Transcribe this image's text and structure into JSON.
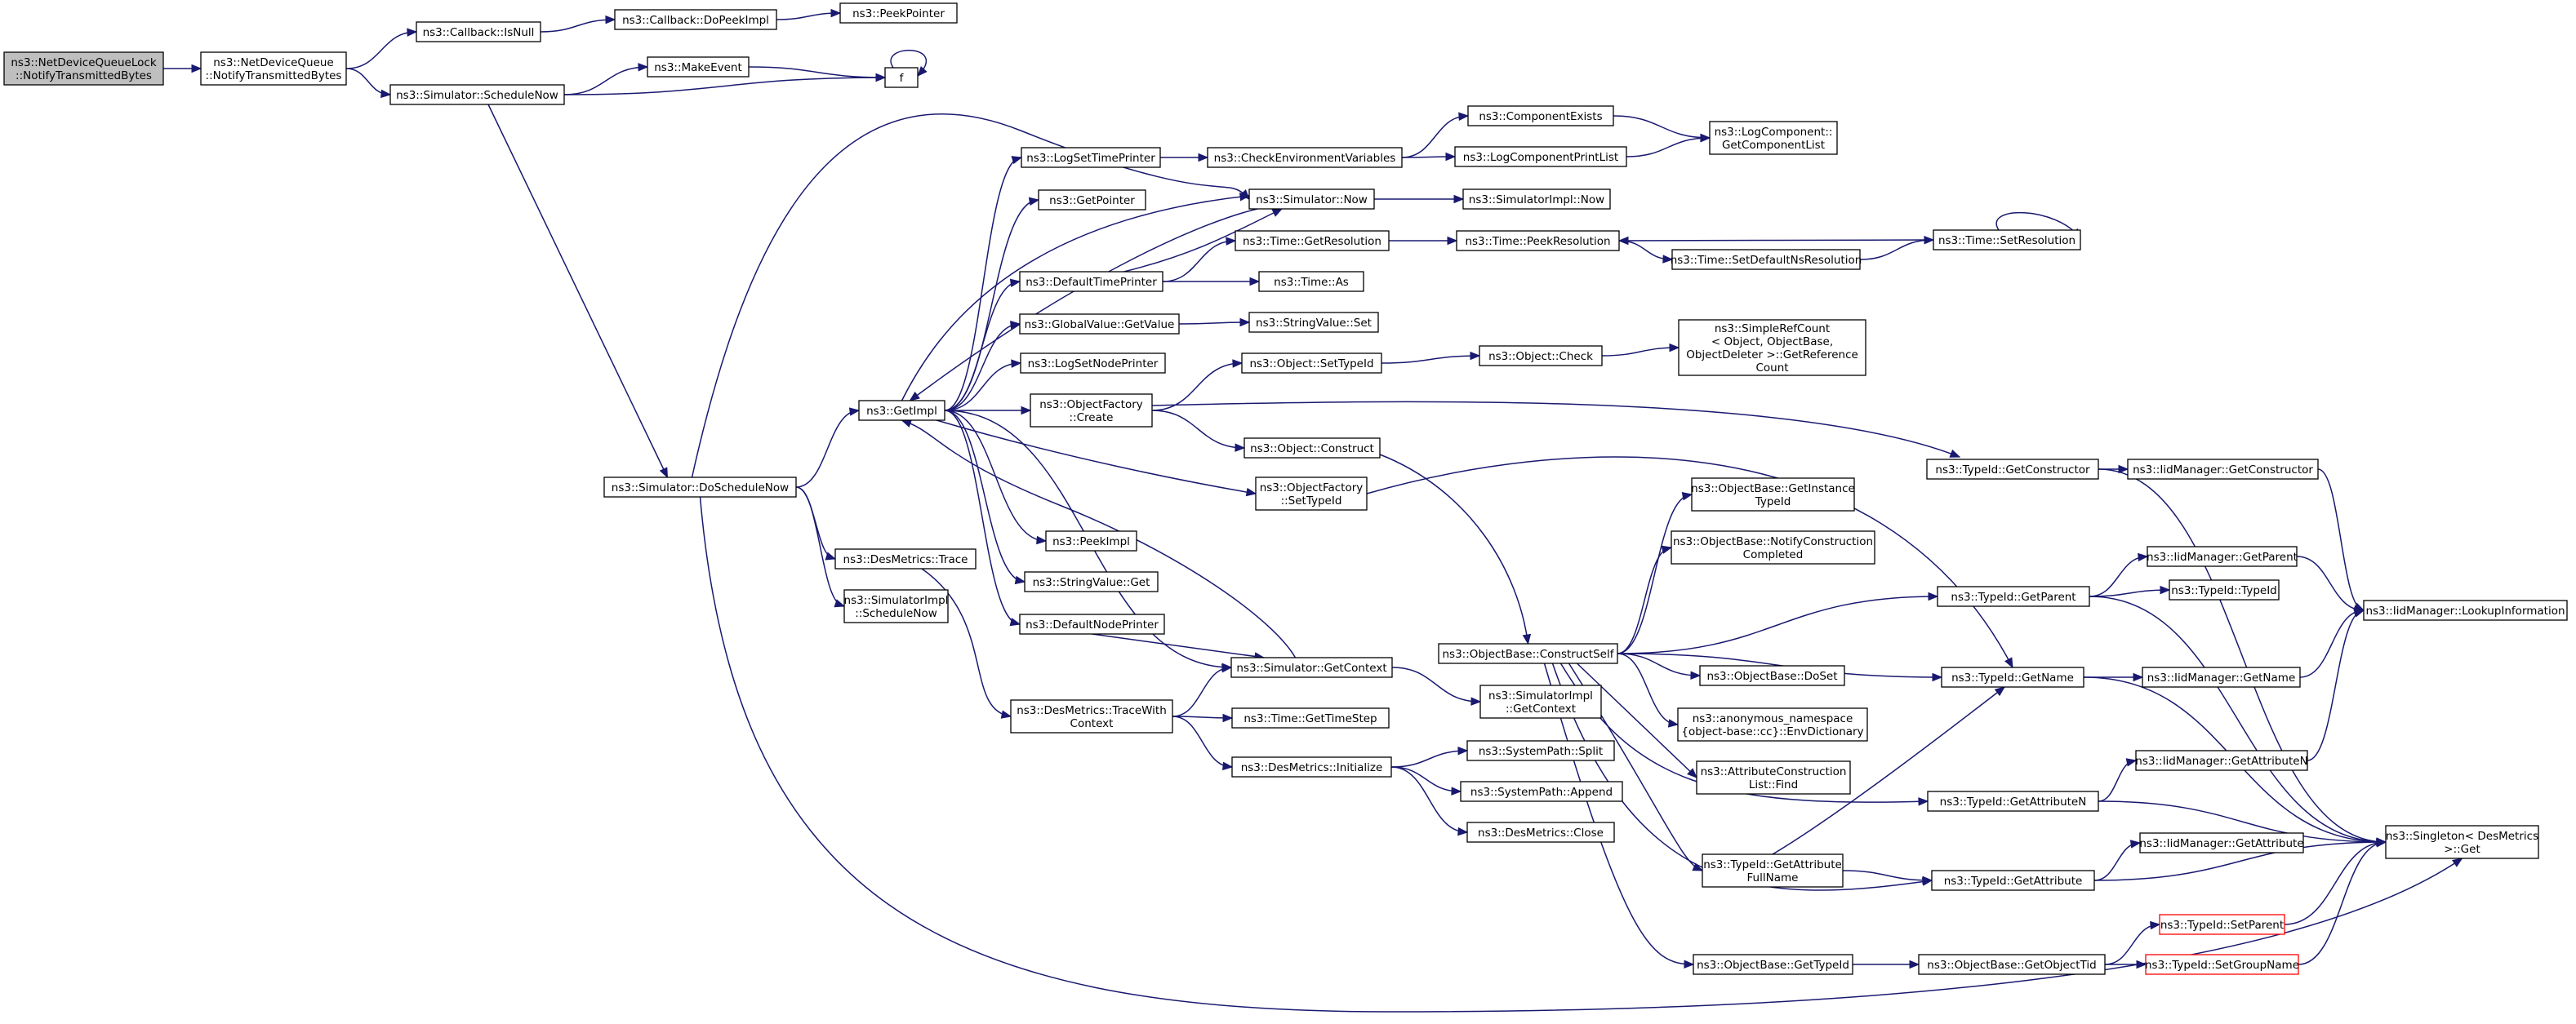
{
  "nodes": [
    {
      "id": "root",
      "lines": [
        "ns3::NetDeviceQueueLock",
        "::NotifyTransmittedBytes"
      ],
      "style": "root"
    },
    {
      "id": "ndq",
      "lines": [
        "ns3::NetDeviceQueue",
        "::NotifyTransmittedBytes"
      ]
    },
    {
      "id": "cbnull",
      "lines": [
        "ns3::Callback::IsNull"
      ]
    },
    {
      "id": "cbpeek",
      "lines": [
        "ns3::Callback::DoPeekImpl"
      ]
    },
    {
      "id": "peekptr",
      "lines": [
        "ns3::PeekPointer"
      ]
    },
    {
      "id": "simsched",
      "lines": [
        "ns3::Simulator::ScheduleNow"
      ]
    },
    {
      "id": "mkevent",
      "lines": [
        "ns3::MakeEvent"
      ]
    },
    {
      "id": "f",
      "lines": [
        "f"
      ]
    },
    {
      "id": "dosched",
      "lines": [
        "ns3::Simulator::DoScheduleNow"
      ]
    },
    {
      "id": "getimpl",
      "lines": [
        "ns3::GetImpl"
      ]
    },
    {
      "id": "logsettime",
      "lines": [
        "ns3::LogSetTimePrinter"
      ]
    },
    {
      "id": "getptr",
      "lines": [
        "ns3::GetPointer"
      ]
    },
    {
      "id": "deftime",
      "lines": [
        "ns3::DefaultTimePrinter"
      ]
    },
    {
      "id": "gvget",
      "lines": [
        "ns3::GlobalValue::GetValue"
      ]
    },
    {
      "id": "logsetnode",
      "lines": [
        "ns3::LogSetNodePrinter"
      ]
    },
    {
      "id": "ofcreate",
      "lines": [
        "ns3::ObjectFactory",
        "::Create"
      ]
    },
    {
      "id": "peekimpl",
      "lines": [
        "ns3::PeekImpl"
      ]
    },
    {
      "id": "svget",
      "lines": [
        "ns3::StringValue::Get"
      ]
    },
    {
      "id": "defnode",
      "lines": [
        "ns3::DefaultNodePrinter"
      ]
    },
    {
      "id": "desTrace",
      "lines": [
        "ns3::DesMetrics::Trace"
      ]
    },
    {
      "id": "simimplsched",
      "lines": [
        "ns3::SimulatorImpl",
        "::ScheduleNow"
      ]
    },
    {
      "id": "desTraceWith",
      "lines": [
        "ns3::DesMetrics::TraceWith",
        "Context"
      ]
    },
    {
      "id": "checkenv",
      "lines": [
        "ns3::CheckEnvironmentVariables"
      ]
    },
    {
      "id": "simnow",
      "lines": [
        "ns3::Simulator::Now"
      ]
    },
    {
      "id": "getres",
      "lines": [
        "ns3::Time::GetResolution"
      ]
    },
    {
      "id": "timeas",
      "lines": [
        "ns3::Time::As"
      ]
    },
    {
      "id": "svset",
      "lines": [
        "ns3::StringValue::Set"
      ]
    },
    {
      "id": "objsettid",
      "lines": [
        "ns3::Object::SetTypeId"
      ]
    },
    {
      "id": "objconstruct",
      "lines": [
        "ns3::Object::Construct"
      ]
    },
    {
      "id": "ofsettid",
      "lines": [
        "ns3::ObjectFactory",
        "::SetTypeId"
      ]
    },
    {
      "id": "simgetctx",
      "lines": [
        "ns3::Simulator::GetContext"
      ]
    },
    {
      "id": "timestep",
      "lines": [
        "ns3::Time::GetTimeStep"
      ]
    },
    {
      "id": "desinit",
      "lines": [
        "ns3::DesMetrics::Initialize"
      ]
    },
    {
      "id": "compexists",
      "lines": [
        "ns3::ComponentExists"
      ]
    },
    {
      "id": "logcompprint",
      "lines": [
        "ns3::LogComponentPrintList"
      ]
    },
    {
      "id": "simimplnow",
      "lines": [
        "ns3::SimulatorImpl::Now"
      ]
    },
    {
      "id": "peekres",
      "lines": [
        "ns3::Time::PeekResolution"
      ]
    },
    {
      "id": "objcheck",
      "lines": [
        "ns3::Object::Check"
      ]
    },
    {
      "id": "obconstruct",
      "lines": [
        "ns3::ObjectBase::ConstructSelf"
      ]
    },
    {
      "id": "simimplctx",
      "lines": [
        "ns3::SimulatorImpl",
        "::GetContext"
      ]
    },
    {
      "id": "spsplit",
      "lines": [
        "ns3::SystemPath::Split"
      ]
    },
    {
      "id": "spappend",
      "lines": [
        "ns3::SystemPath::Append"
      ]
    },
    {
      "id": "desclose",
      "lines": [
        "ns3::DesMetrics::Close"
      ]
    },
    {
      "id": "logcompget",
      "lines": [
        "ns3::LogComponent::",
        "GetComponentList"
      ]
    },
    {
      "id": "setdefns",
      "lines": [
        "ns3::Time::SetDefaultNsResolution"
      ]
    },
    {
      "id": "setres",
      "lines": [
        "ns3::Time::SetResolution"
      ]
    },
    {
      "id": "srcget",
      "lines": [
        "ns3::SimpleRefCount",
        "< Object, ObjectBase,",
        "ObjectDeleter >::GetReference",
        "Count"
      ]
    },
    {
      "id": "obgetinst",
      "lines": [
        "ns3::ObjectBase::GetInstance",
        "TypeId"
      ]
    },
    {
      "id": "obnotify",
      "lines": [
        "ns3::ObjectBase::NotifyConstruction",
        "Completed"
      ]
    },
    {
      "id": "obdoset",
      "lines": [
        "ns3::ObjectBase::DoSet"
      ]
    },
    {
      "id": "anonenv",
      "lines": [
        "ns3::anonymous_namespace",
        "{object-base::cc}::EnvDictionary"
      ]
    },
    {
      "id": "acfind",
      "lines": [
        "ns3::AttributeConstruction",
        "List::Find"
      ]
    },
    {
      "id": "tidattrfull",
      "lines": [
        "ns3::TypeId::GetAttribute",
        "FullName"
      ]
    },
    {
      "id": "obgettid",
      "lines": [
        "ns3::ObjectBase::GetTypeId"
      ]
    },
    {
      "id": "tidgetctor",
      "lines": [
        "ns3::TypeId::GetConstructor"
      ]
    },
    {
      "id": "tidgetparent",
      "lines": [
        "ns3::TypeId::GetParent"
      ]
    },
    {
      "id": "tidgetname",
      "lines": [
        "ns3::TypeId::GetName"
      ]
    },
    {
      "id": "tidgetattrn",
      "lines": [
        "ns3::TypeId::GetAttributeN"
      ]
    },
    {
      "id": "tidgetattr",
      "lines": [
        "ns3::TypeId::GetAttribute"
      ]
    },
    {
      "id": "obgetobjtid",
      "lines": [
        "ns3::ObjectBase::GetObjectTid"
      ]
    },
    {
      "id": "imgetctor",
      "lines": [
        "ns3::IidManager::GetConstructor"
      ]
    },
    {
      "id": "imgetparent",
      "lines": [
        "ns3::IidManager::GetParent"
      ]
    },
    {
      "id": "tidtid",
      "lines": [
        "ns3::TypeId::TypeId"
      ]
    },
    {
      "id": "imgetname",
      "lines": [
        "ns3::IidManager::GetName"
      ]
    },
    {
      "id": "imgetattrn",
      "lines": [
        "ns3::IidManager::GetAttributeN"
      ]
    },
    {
      "id": "imgetattr",
      "lines": [
        "ns3::IidManager::GetAttribute"
      ]
    },
    {
      "id": "tidsetparent",
      "lines": [
        "ns3::TypeId::SetParent"
      ],
      "style": "red"
    },
    {
      "id": "tidsetgroup",
      "lines": [
        "ns3::TypeId::SetGroupName"
      ],
      "style": "red"
    },
    {
      "id": "imlookup",
      "lines": [
        "ns3::IidManager::LookupInformation"
      ]
    },
    {
      "id": "singleton",
      "lines": [
        "ns3::Singleton< DesMetrics",
        "  >::Get"
      ]
    }
  ],
  "edges": [
    [
      "root",
      "ndq"
    ],
    [
      "ndq",
      "cbnull"
    ],
    [
      "ndq",
      "simsched"
    ],
    [
      "cbnull",
      "cbpeek"
    ],
    [
      "cbpeek",
      "peekptr"
    ],
    [
      "simsched",
      "mkevent"
    ],
    [
      "simsched",
      "f"
    ],
    [
      "mkevent",
      "f"
    ],
    [
      "f",
      "f"
    ],
    [
      "simsched",
      "dosched"
    ],
    [
      "dosched",
      "simnow"
    ],
    [
      "dosched",
      "getimpl"
    ],
    [
      "dosched",
      "desTrace"
    ],
    [
      "dosched",
      "simimplsched"
    ],
    [
      "dosched",
      "singleton"
    ],
    [
      "getimpl",
      "logsettime"
    ],
    [
      "getimpl",
      "getptr"
    ],
    [
      "getimpl",
      "deftime"
    ],
    [
      "getimpl",
      "gvget"
    ],
    [
      "getimpl",
      "logsetnode"
    ],
    [
      "getimpl",
      "ofcreate"
    ],
    [
      "getimpl",
      "ofsettid"
    ],
    [
      "getimpl",
      "peekimpl"
    ],
    [
      "getimpl",
      "svget"
    ],
    [
      "getimpl",
      "defnode"
    ],
    [
      "getimpl",
      "simnow"
    ],
    [
      "getimpl",
      "simgetctx"
    ],
    [
      "logsettime",
      "checkenv"
    ],
    [
      "checkenv",
      "compexists"
    ],
    [
      "checkenv",
      "logcompprint"
    ],
    [
      "compexists",
      "logcompget"
    ],
    [
      "logcompprint",
      "logcompget"
    ],
    [
      "simnow",
      "simimplnow"
    ],
    [
      "simnow",
      "getimpl"
    ],
    [
      "deftime",
      "simnow"
    ],
    [
      "deftime",
      "getres"
    ],
    [
      "deftime",
      "timeas"
    ],
    [
      "getres",
      "peekres"
    ],
    [
      "peekres",
      "setdefns"
    ],
    [
      "setdefns",
      "setres"
    ],
    [
      "setres",
      "setres"
    ],
    [
      "setres",
      "peekres"
    ],
    [
      "gvget",
      "svset"
    ],
    [
      "ofcreate",
      "objsettid"
    ],
    [
      "ofcreate",
      "objconstruct"
    ],
    [
      "ofcreate",
      "tidgetctor"
    ],
    [
      "objsettid",
      "objcheck"
    ],
    [
      "objcheck",
      "srcget"
    ],
    [
      "objconstruct",
      "obconstruct"
    ],
    [
      "ofsettid",
      "tidgetname"
    ],
    [
      "defnode",
      "simgetctx"
    ],
    [
      "simgetctx",
      "getimpl"
    ],
    [
      "simgetctx",
      "simimplctx"
    ],
    [
      "desTrace",
      "desTraceWith"
    ],
    [
      "desTraceWith",
      "simgetctx"
    ],
    [
      "desTraceWith",
      "timestep"
    ],
    [
      "desTraceWith",
      "desinit"
    ],
    [
      "desinit",
      "spsplit"
    ],
    [
      "desinit",
      "spappend"
    ],
    [
      "desinit",
      "desclose"
    ],
    [
      "obconstruct",
      "obgetinst"
    ],
    [
      "obconstruct",
      "obnotify"
    ],
    [
      "obconstruct",
      "tidgetparent"
    ],
    [
      "obconstruct",
      "tidgetname"
    ],
    [
      "obconstruct",
      "obdoset"
    ],
    [
      "obconstruct",
      "anonenv"
    ],
    [
      "obconstruct",
      "acfind"
    ],
    [
      "obconstruct",
      "tidgetattrn"
    ],
    [
      "obconstruct",
      "tidattrfull"
    ],
    [
      "obconstruct",
      "tidgetattr"
    ],
    [
      "obconstruct",
      "obgettid"
    ],
    [
      "tidattrfull",
      "tidgetname"
    ],
    [
      "tidattrfull",
      "tidgetattr"
    ],
    [
      "obgettid",
      "obgetobjtid"
    ],
    [
      "obgetobjtid",
      "tidsetparent"
    ],
    [
      "obgetobjtid",
      "tidsetgroup"
    ],
    [
      "tidgetctor",
      "imgetctor"
    ],
    [
      "tidgetctor",
      "singleton"
    ],
    [
      "imgetctor",
      "imlookup"
    ],
    [
      "tidgetparent",
      "imgetparent"
    ],
    [
      "tidgetparent",
      "tidtid"
    ],
    [
      "tidgetparent",
      "singleton"
    ],
    [
      "imgetparent",
      "imlookup"
    ],
    [
      "tidgetname",
      "imgetname"
    ],
    [
      "tidgetname",
      "singleton"
    ],
    [
      "imgetname",
      "imlookup"
    ],
    [
      "tidgetattrn",
      "imgetattrn"
    ],
    [
      "tidgetattrn",
      "singleton"
    ],
    [
      "imgetattrn",
      "imlookup"
    ],
    [
      "tidgetattr",
      "imgetattr"
    ],
    [
      "tidgetattr",
      "singleton"
    ],
    [
      "tidsetparent",
      "singleton"
    ],
    [
      "tidsetgroup",
      "singleton"
    ]
  ]
}
